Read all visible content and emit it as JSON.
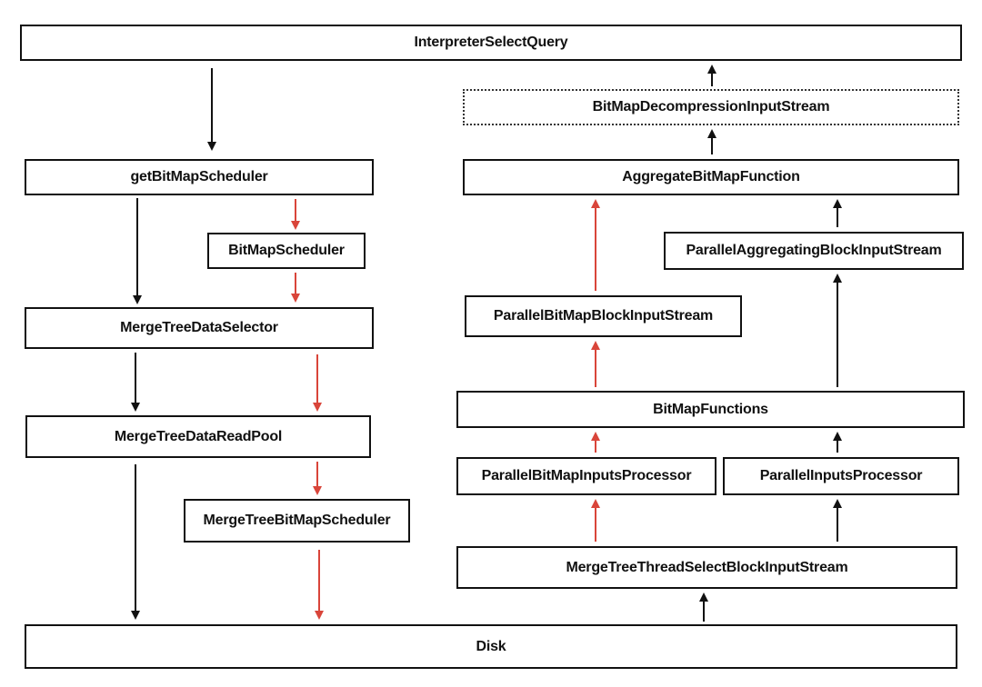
{
  "colors": {
    "box_border": "#111111",
    "black_arrow": "#111111",
    "red_arrow": "#d9453a"
  },
  "nodes": {
    "interpreter_select_query": "InterpreterSelectQuery",
    "bitmap_decompression_input_stream": "BitMapDecompressionInputStream",
    "get_bitmap_scheduler": "getBitMapScheduler",
    "aggregate_bitmap_function": "AggregateBitMapFunction",
    "bitmap_scheduler": "BitMapScheduler",
    "parallel_aggregating_block_input_stream": "ParallelAggregatingBlockInputStream",
    "parallel_bitmap_block_input_stream": "ParallelBitMapBlockInputStream",
    "merge_tree_data_selector": "MergeTreeDataSelector",
    "bitmap_functions": "BitMapFunctions",
    "merge_tree_data_read_pool": "MergeTreeDataReadPool",
    "parallel_bitmap_inputs_processor": "ParallelBitMapInputsProcessor",
    "parallel_inputs_processor": "ParallelInputsProcessor",
    "merge_tree_bitmap_scheduler": "MergeTreeBitMapScheduler",
    "merge_tree_thread_select_block_input_stream": "MergeTreeThreadSelectBlockInputStream",
    "disk": "Disk"
  },
  "edges": [
    {
      "from": "interpreter_select_query",
      "to": "get_bitmap_scheduler",
      "color": "black"
    },
    {
      "from": "get_bitmap_scheduler",
      "to": "merge_tree_data_selector",
      "color": "black"
    },
    {
      "from": "get_bitmap_scheduler",
      "to": "bitmap_scheduler",
      "color": "red"
    },
    {
      "from": "bitmap_scheduler",
      "to": "merge_tree_data_selector",
      "color": "red"
    },
    {
      "from": "merge_tree_data_selector",
      "to": "merge_tree_data_read_pool",
      "color": "black"
    },
    {
      "from": "merge_tree_data_selector",
      "to": "merge_tree_data_read_pool",
      "color": "red"
    },
    {
      "from": "merge_tree_data_read_pool",
      "to": "disk",
      "color": "black"
    },
    {
      "from": "merge_tree_data_read_pool",
      "to": "merge_tree_bitmap_scheduler",
      "color": "red"
    },
    {
      "from": "merge_tree_bitmap_scheduler",
      "to": "disk",
      "color": "red"
    },
    {
      "from": "disk",
      "to": "merge_tree_thread_select_block_input_stream",
      "color": "black"
    },
    {
      "from": "merge_tree_thread_select_block_input_stream",
      "to": "parallel_bitmap_inputs_processor",
      "color": "red"
    },
    {
      "from": "merge_tree_thread_select_block_input_stream",
      "to": "parallel_inputs_processor",
      "color": "black"
    },
    {
      "from": "parallel_bitmap_inputs_processor",
      "to": "bitmap_functions",
      "color": "red"
    },
    {
      "from": "parallel_inputs_processor",
      "to": "bitmap_functions",
      "color": "black"
    },
    {
      "from": "bitmap_functions",
      "to": "parallel_bitmap_block_input_stream",
      "color": "red"
    },
    {
      "from": "bitmap_functions",
      "to": "parallel_aggregating_block_input_stream",
      "color": "black"
    },
    {
      "from": "parallel_bitmap_block_input_stream",
      "to": "aggregate_bitmap_function",
      "color": "red"
    },
    {
      "from": "parallel_aggregating_block_input_stream",
      "to": "aggregate_bitmap_function",
      "color": "black"
    },
    {
      "from": "aggregate_bitmap_function",
      "to": "bitmap_decompression_input_stream",
      "color": "black"
    },
    {
      "from": "bitmap_decompression_input_stream",
      "to": "interpreter_select_query",
      "color": "black"
    }
  ]
}
